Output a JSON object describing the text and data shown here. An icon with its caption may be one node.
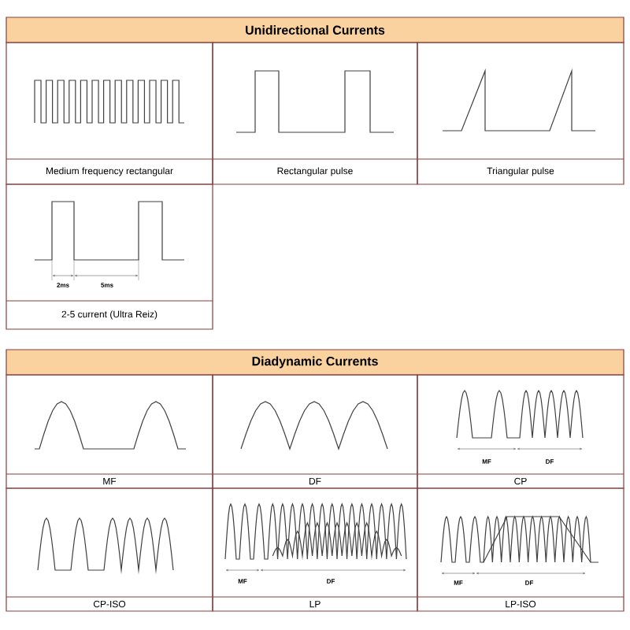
{
  "diagram": {
    "nodes": [
      {
        "text": [
          "Unidirectional Currents"
        ]
      },
      {
        "text": [
          "Medium frequency rectangular"
        ]
      },
      {
        "text": [
          "Rectangular pulse"
        ]
      },
      {
        "text": [
          "Triangular pulse"
        ]
      },
      {
        "text": [
          "2-5 current (Ultra Reiz)"
        ]
      },
      {
        "text": [
          "Diadynamic Currents"
        ]
      },
      {
        "text": [
          "MF"
        ]
      },
      {
        "text": [
          "DF"
        ]
      },
      {
        "text": [
          "CP"
        ]
      },
      {
        "text": [
          "CP-ISO"
        ]
      },
      {
        "text": [
          "LP"
        ]
      },
      {
        "text": [
          "LP-ISO"
        ]
      }
    ],
    "labels": [
      "2ms",
      "5ms",
      "MF",
      "DF",
      "MF",
      "DF",
      "MF",
      "DF"
    ]
  }
}
